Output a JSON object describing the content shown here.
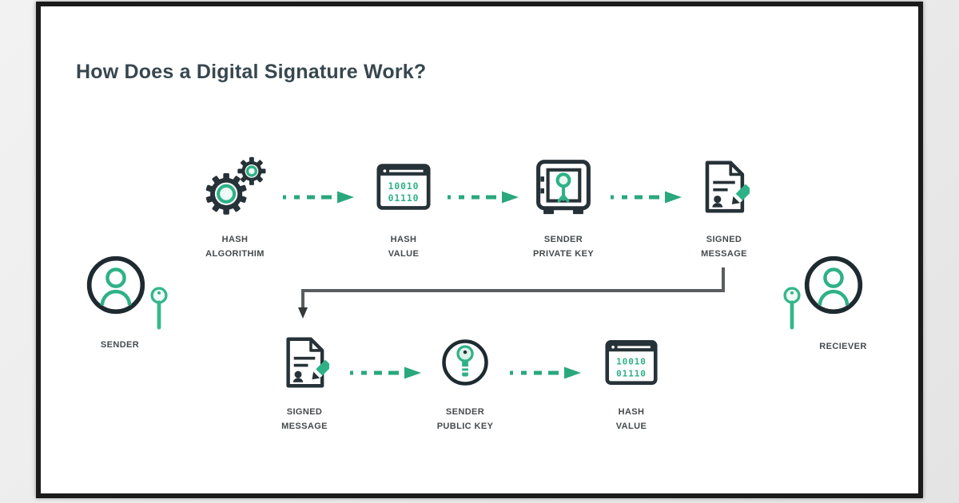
{
  "title": "How Does a Digital Signature Work?",
  "colors": {
    "accent_green": "#2fb187",
    "icon_dark": "#263238",
    "title_text": "#37474f",
    "label_text": "#45494c",
    "connector_gray": "#595d5f",
    "card_border": "#1b1b1b",
    "page_background": "#ebebeb",
    "card_background": "#ffffff"
  },
  "nodes": {
    "sender": {
      "label": "SENDER"
    },
    "hash_algorithm": {
      "label": "HASH\nALGORITHIM"
    },
    "hash_value_top": {
      "label": "HASH\nVALUE",
      "binary_line1": "10010",
      "binary_line2": "01110"
    },
    "sender_private_key": {
      "label": "SENDER\nPRIVATE KEY"
    },
    "signed_message_top": {
      "label": "SIGNED\nMESSAGE"
    },
    "signed_message_bottom": {
      "label": "SIGNED\nMESSAGE"
    },
    "sender_public_key": {
      "label": "SENDER\nPUBLIC KEY"
    },
    "hash_value_bottom": {
      "label": "HASH\nVALUE",
      "binary_line1": "10010",
      "binary_line2": "01110"
    },
    "receiver": {
      "label": "RECIEVER"
    }
  }
}
